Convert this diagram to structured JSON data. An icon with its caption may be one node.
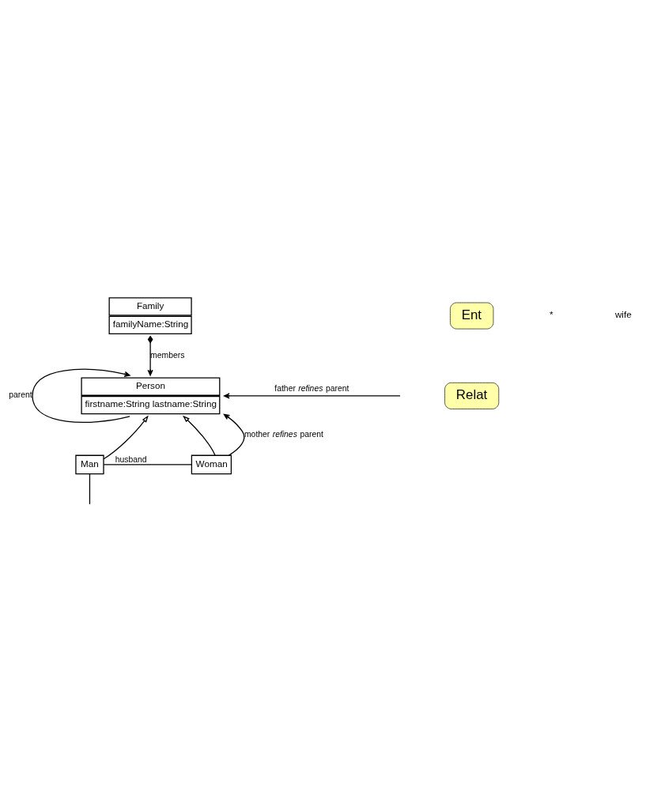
{
  "diagram": {
    "nodes": [
      {
        "text": [
          "Family",
          "familyName:String"
        ]
      },
      {
        "text": [
          "Ent"
        ]
      },
      {
        "text": [
          "Relat"
        ]
      },
      {
        "text": [
          "Person",
          "firstname:String lastname:String"
        ]
      },
      {
        "text": [
          "Man"
        ]
      },
      {
        "text": [
          "Woman"
        ]
      }
    ],
    "edges": [
      {
        "from": 0,
        "to": 3,
        "arrow": "to",
        "label": "members"
      },
      {
        "from": 3,
        "to": 3,
        "arrow": "to",
        "label": "parent"
      },
      {
        "from": null,
        "to": 3,
        "arrow": "to",
        "label": "father *refines* parent"
      },
      {
        "from": 4,
        "to": 3,
        "arrow": "to"
      },
      {
        "from": 5,
        "to": 3,
        "arrow": "to"
      },
      {
        "from": 4,
        "to": 5,
        "arrow": "none",
        "label": "husband"
      },
      {
        "from": 5,
        "to": 3,
        "arrow": "to",
        "label": "mother *refines* parent"
      },
      {
        "from": 4,
        "to": null,
        "arrow": "none"
      }
    ],
    "labels": [
      "*",
      "wife"
    ]
  }
}
